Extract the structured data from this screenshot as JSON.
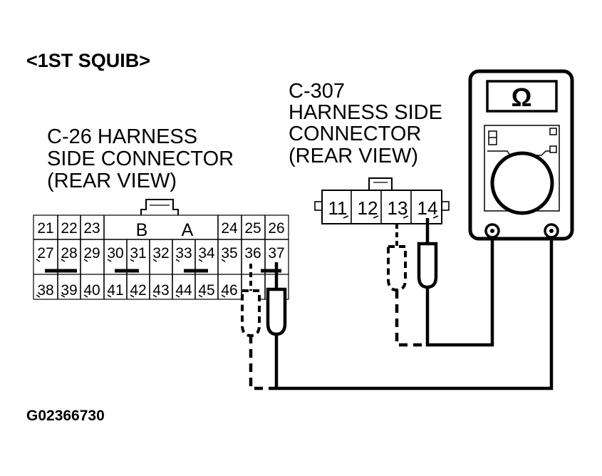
{
  "title": "<1ST SQUIB>",
  "c26": {
    "line1": "C-26 HARNESS",
    "line2": "SIDE CONNECTOR",
    "line3": "(REAR VIEW)",
    "row1": [
      "21",
      "22",
      "23",
      "B",
      "A",
      "24",
      "25",
      "26"
    ],
    "row2": [
      "27",
      "28",
      "29",
      "30",
      "31",
      "32",
      "33",
      "34",
      "35",
      "36",
      "37"
    ],
    "row3": [
      "38",
      "39",
      "40",
      "41",
      "42",
      "43",
      "44",
      "45",
      "46"
    ]
  },
  "c307": {
    "line1": "C-307",
    "line2": "HARNESS SIDE",
    "line3": "CONNECTOR",
    "line4": "(REAR VIEW)",
    "pins": [
      "11",
      "12",
      "13",
      "14"
    ]
  },
  "meter": {
    "symbol": "Ω"
  },
  "figure_code": "G02366730"
}
